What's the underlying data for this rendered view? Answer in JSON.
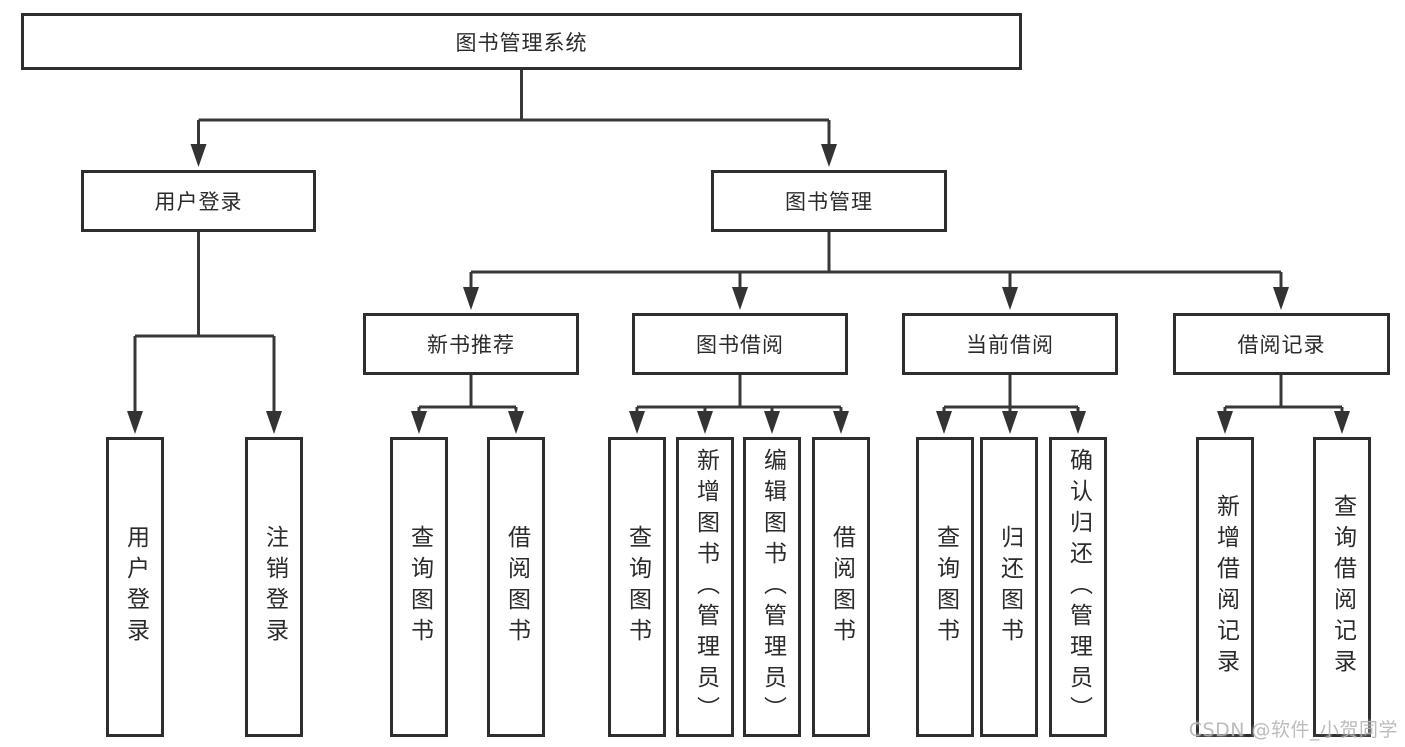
{
  "colors": {
    "line": "#383838",
    "box_border": "#2e2e2e",
    "text": "#2b2b2b",
    "background": "#ffffff",
    "watermark": "#b5b5b5"
  },
  "tree": {
    "label": "图书管理系统",
    "children": [
      {
        "label": "用户登录",
        "children": [
          {
            "label": "用户登录"
          },
          {
            "label": "注销登录"
          }
        ]
      },
      {
        "label": "图书管理",
        "children": [
          {
            "label": "新书推荐",
            "children": [
              {
                "label": "查询图书"
              },
              {
                "label": "借阅图书"
              }
            ]
          },
          {
            "label": "图书借阅",
            "children": [
              {
                "label": "查询图书"
              },
              {
                "label": "新增图书（管理员）"
              },
              {
                "label": "编辑图书（管理员）"
              },
              {
                "label": "借阅图书"
              }
            ]
          },
          {
            "label": "当前借阅",
            "children": [
              {
                "label": "查询图书"
              },
              {
                "label": "归还图书"
              },
              {
                "label": "确认归还（管理员）"
              }
            ]
          },
          {
            "label": "借阅记录",
            "children": [
              {
                "label": "新增借阅记录"
              },
              {
                "label": "查询借阅记录"
              }
            ]
          }
        ]
      }
    ]
  },
  "watermark": {
    "text": "CSDN @软件_小贺同学"
  }
}
